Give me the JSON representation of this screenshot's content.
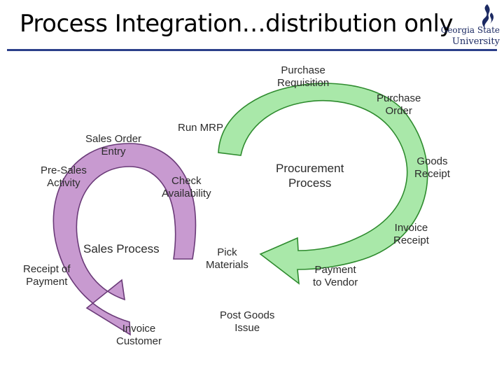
{
  "slide": {
    "title": "Process Integration…distribution only",
    "logo": {
      "line1": "Georgia State",
      "line2": "University"
    }
  },
  "colors": {
    "procurement_fill": "#a9e8a9",
    "procurement_stroke": "#2e8b2e",
    "sales_fill": "#c89ad0",
    "sales_stroke": "#6a3a78",
    "title_rule": "#2b3f8a"
  },
  "sales_cycle": {
    "name": "Sales Process",
    "steps": {
      "pre_sales": "Pre-Sales\nActivity",
      "sales_order": "Sales Order\nEntry",
      "check_availability": "Check\nAvailability",
      "pick": "Pick\nMaterials",
      "post_goods_issue": "Post Goods\nIssue",
      "invoice_customer": "Invoice\nCustomer",
      "receipt_of_payment": "Receipt of\nPayment"
    }
  },
  "procurement_cycle": {
    "name": "Procurement\nProcess",
    "steps": {
      "run_mrp": "Run MRP",
      "purchase_requisition": "Purchase\nRequisition",
      "purchase_order": "Purchase\nOrder",
      "goods_receipt": "Goods\nReceipt",
      "invoice_receipt": "Invoice\nReceipt",
      "payment_to_vendor": "Payment\nto Vendor"
    }
  }
}
